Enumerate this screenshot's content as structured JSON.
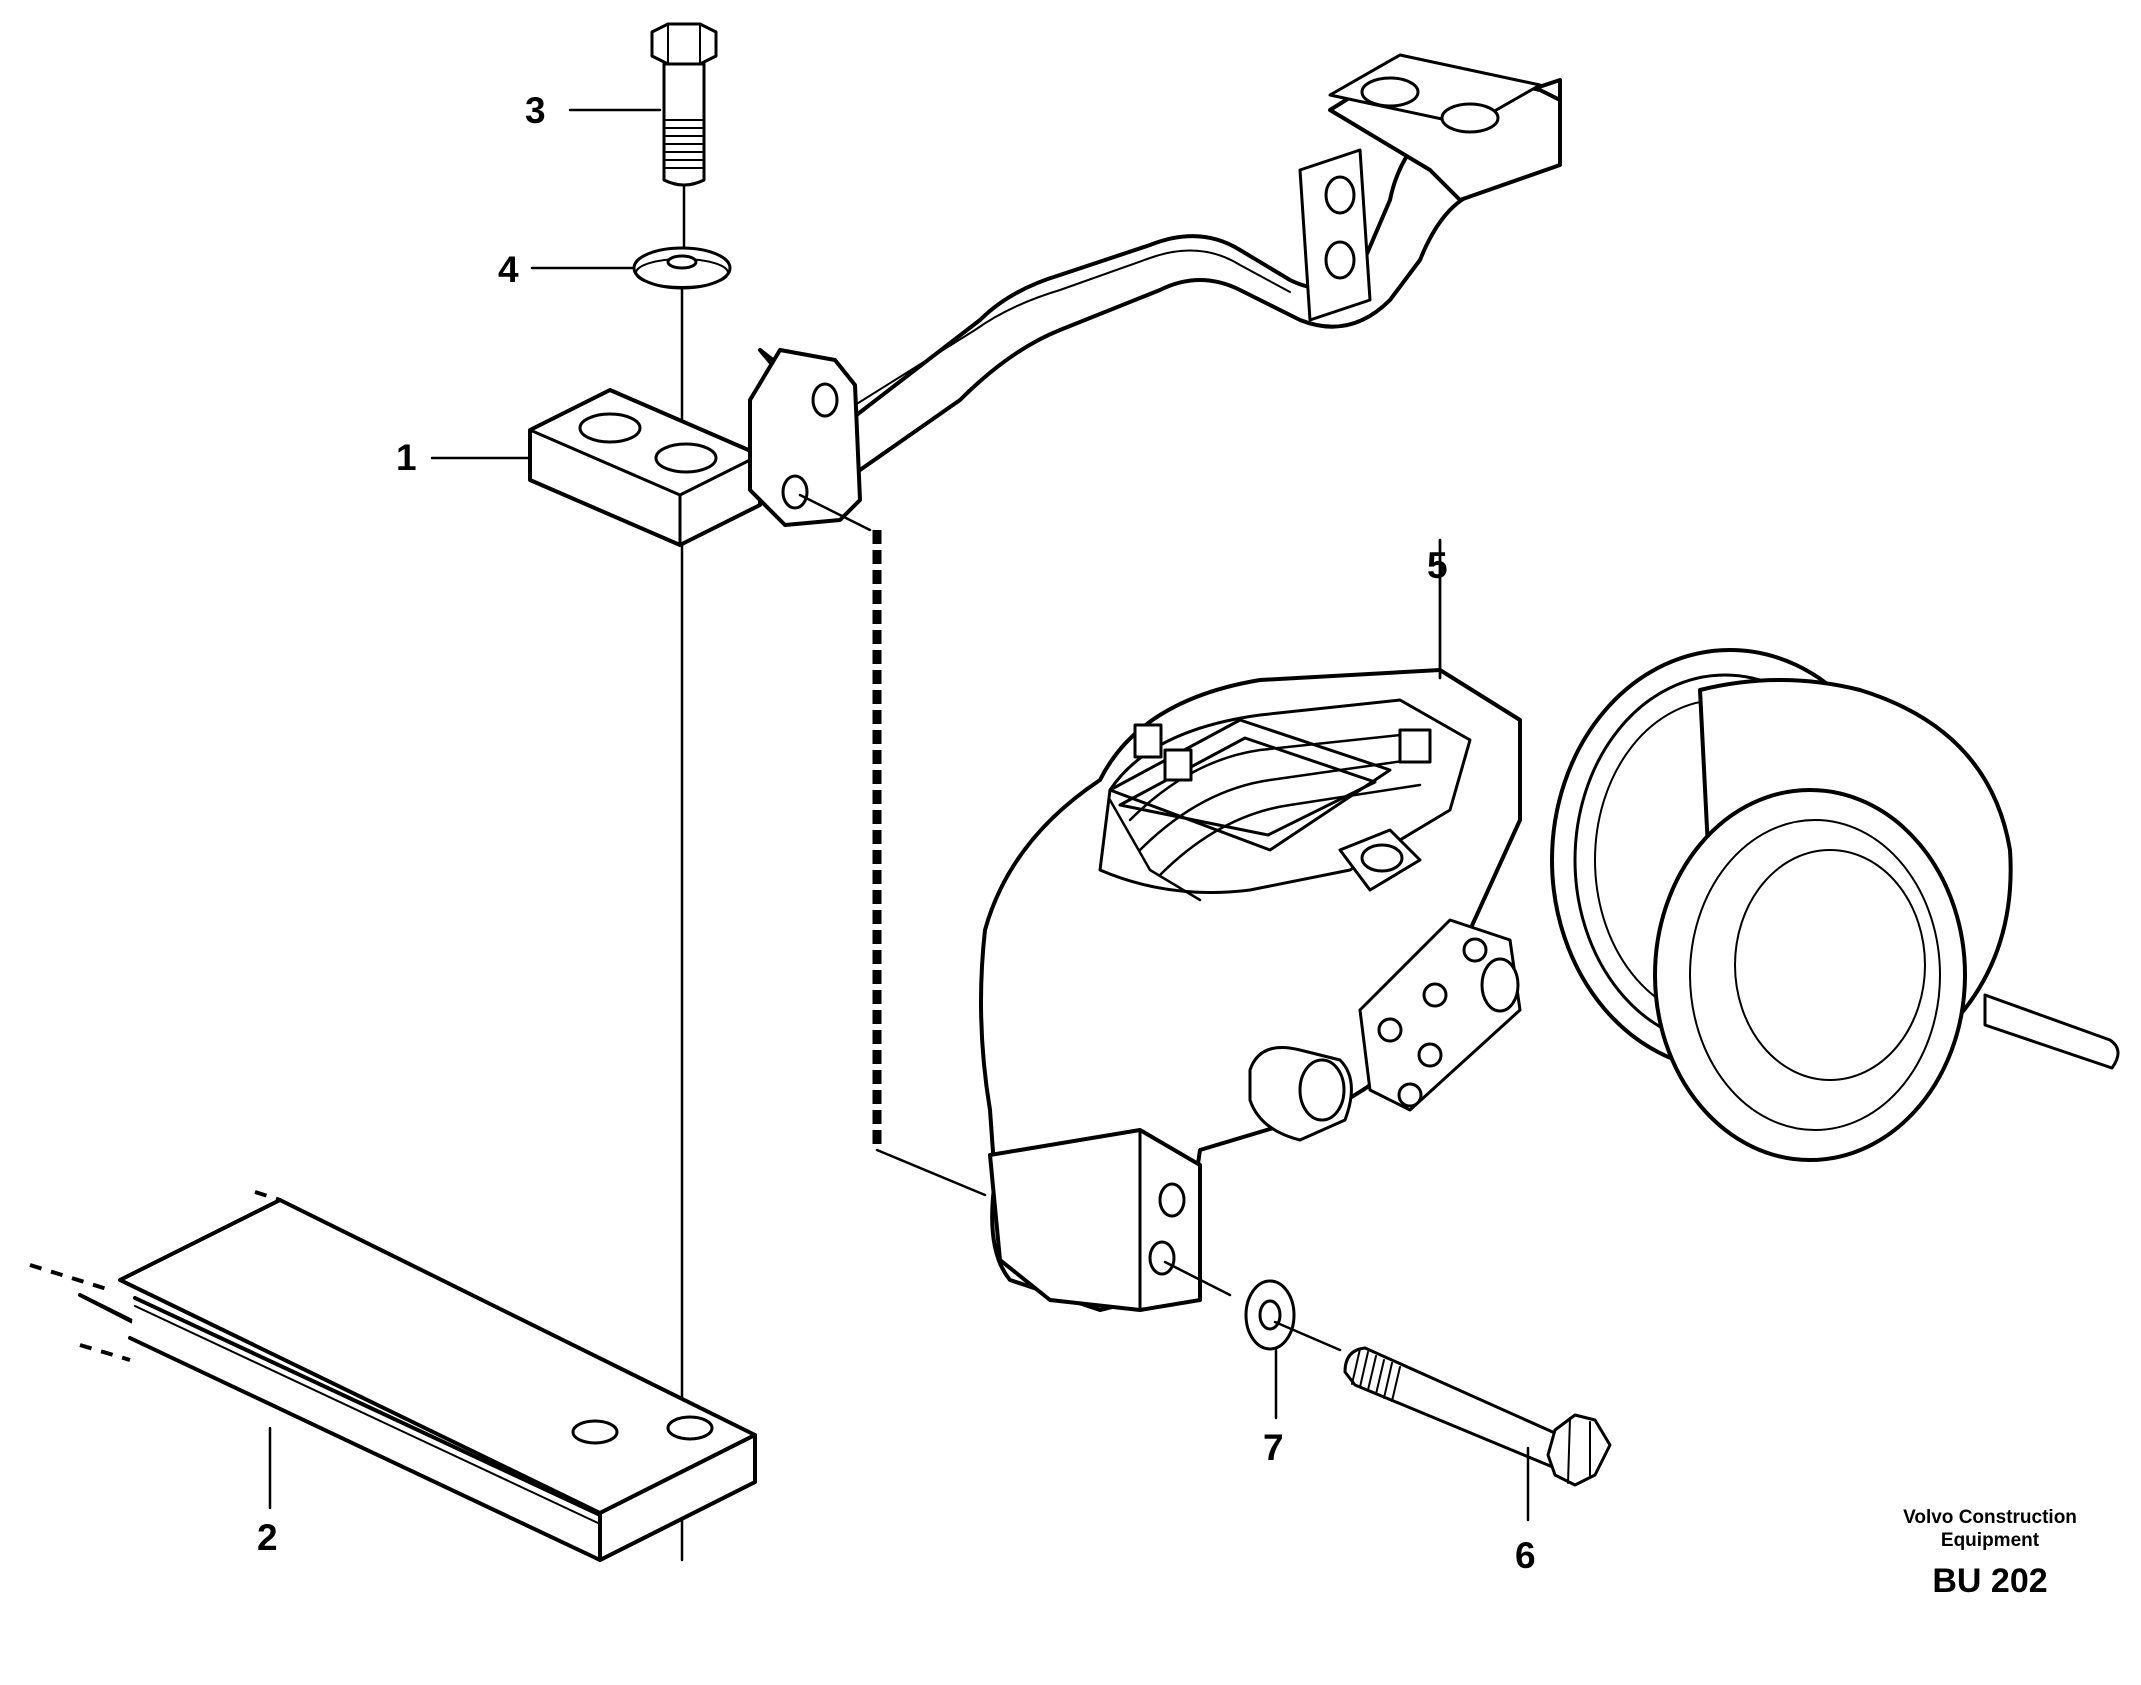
{
  "callouts": [
    {
      "id": "1",
      "label": "1"
    },
    {
      "id": "2",
      "label": "2"
    },
    {
      "id": "3",
      "label": "3"
    },
    {
      "id": "4",
      "label": "4"
    },
    {
      "id": "5",
      "label": "5"
    },
    {
      "id": "6",
      "label": "6"
    },
    {
      "id": "7",
      "label": "7"
    }
  ],
  "credit": {
    "line1": "Volvo Construction",
    "line2": "Equipment",
    "code": "BU 202"
  }
}
